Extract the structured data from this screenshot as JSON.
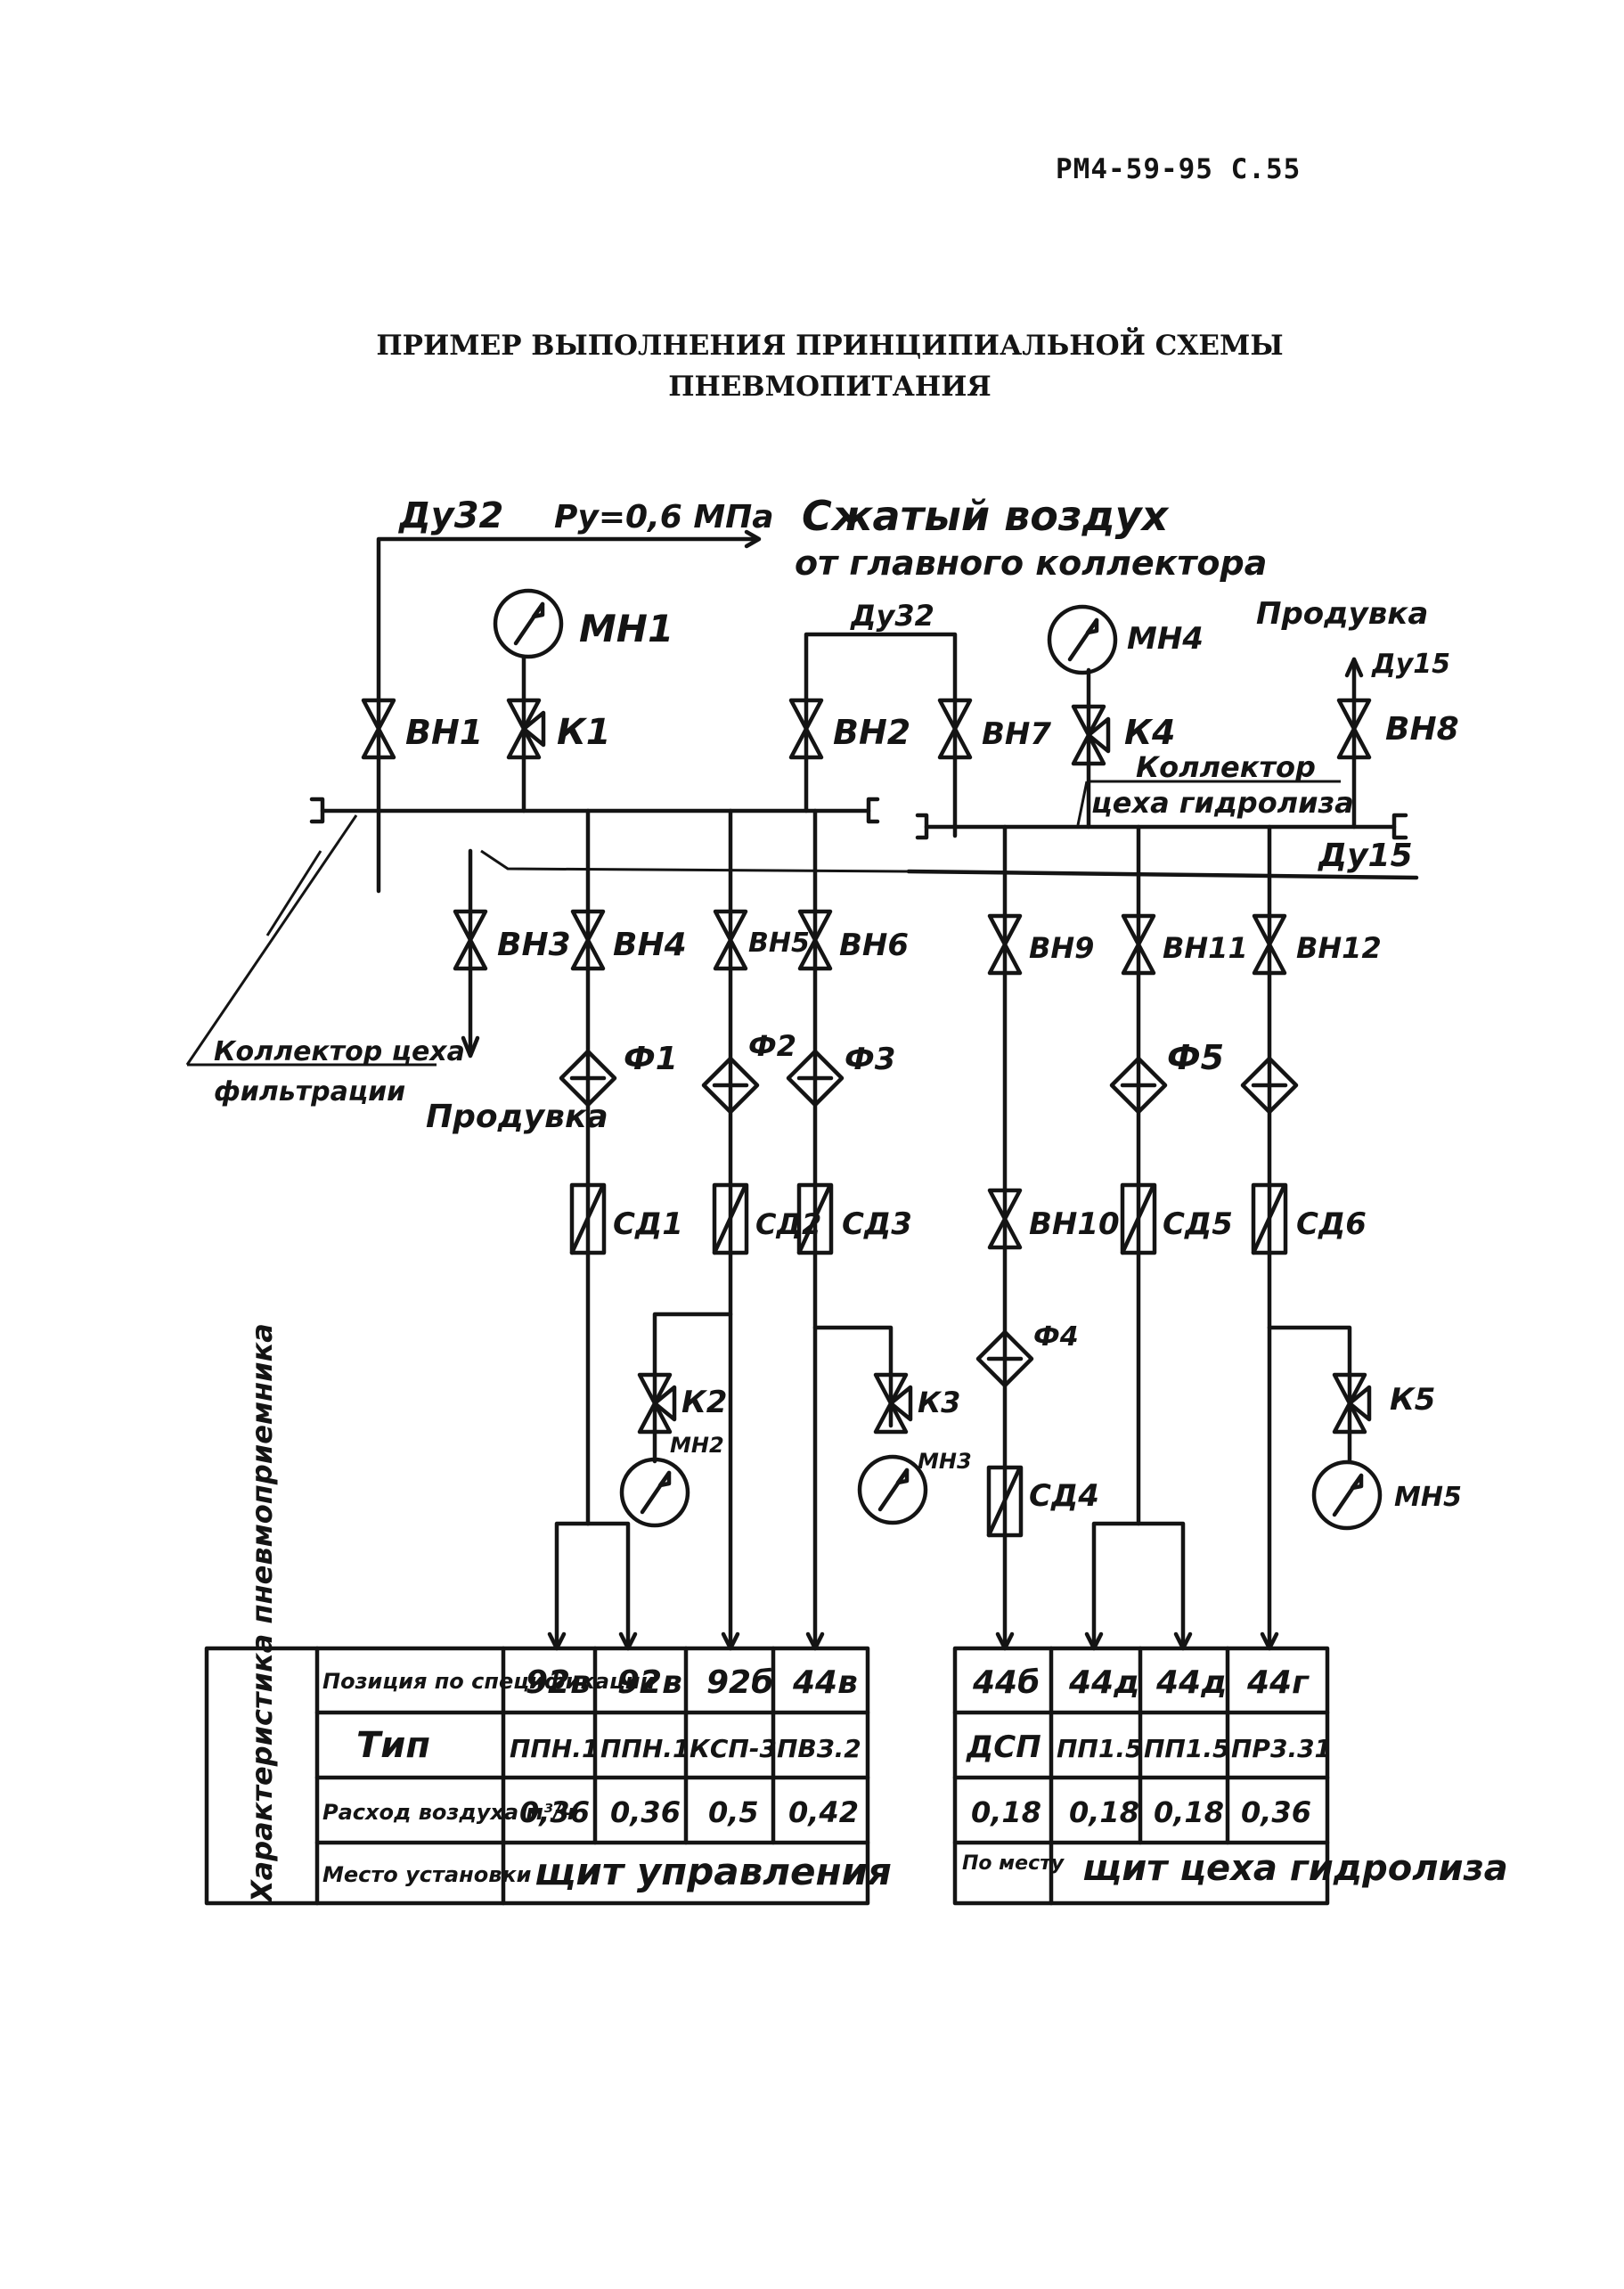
{
  "header": {
    "page_ref": "РМ4-59-95 С.55"
  },
  "title": {
    "line1": "ПРИМЕР ВЫПОЛНЕНИЯ ПРИНЦИПИАЛЬНОЙ СХЕМЫ",
    "line2": "ПНЕВМОПИТАНИЯ"
  },
  "supply": {
    "main_line": "Ду32",
    "pressure": "Ру=0,6 МПа",
    "source_line1": "Сжатый воздух",
    "source_line2": "от главного коллектора",
    "branch_line": "Ду32",
    "purge": "Продувка",
    "purge_line": "Ду15",
    "collector_hydrolysis_line1": "Коллектор",
    "collector_hydrolysis_line2": "цеха гидролиза",
    "collector_line": "Ду15",
    "collector_filtration_line1": "Коллектор цеха",
    "collector_filtration_line2": "фильтрации",
    "purge_left": "Продувка"
  },
  "labels": {
    "vn1": "ВН1",
    "k1": "К1",
    "mn1": "МН1",
    "vn2": "ВН2",
    "vn7": "ВН7",
    "mn4": "МН4",
    "k4": "К4",
    "vn8": "ВН8",
    "vn3": "ВН3",
    "vn4": "ВН4",
    "vn5": "ВН5",
    "vn6": "ВН6",
    "vn9": "ВН9",
    "vn11": "ВН11",
    "vn12": "ВН12",
    "f1": "Ф1",
    "f2": "Ф2",
    "f3": "Ф3",
    "f4": "Ф4",
    "f5": "Ф5",
    "sd1": "СД1",
    "sd2": "СД2",
    "sd3": "СД3",
    "sd4": "СД4",
    "sd5": "СД5",
    "sd6": "СД6",
    "vn10": "ВН10",
    "k2": "К2",
    "k3": "К3",
    "k5": "К5",
    "mn2": "МН2",
    "mn3": "МН3",
    "mn5": "МН5"
  },
  "table_left": {
    "side_header": "Характеристика пневмоприемника",
    "row_headers": [
      "Позиция по спецификации",
      "Тип",
      "Расход воздуха м³/ч",
      "Место установки"
    ],
    "positions": [
      "92в",
      "92в",
      "92б",
      "44в"
    ],
    "types": [
      "ППН.1",
      "ППН.1",
      "КСП-3",
      "ПВЗ.2"
    ],
    "flows": [
      "0,36",
      "0,36",
      "0,5",
      "0,42"
    ],
    "place": "щит управления"
  },
  "table_right": {
    "positions": [
      "44б",
      "44д",
      "44д",
      "44г"
    ],
    "types": [
      "ДСП",
      "ПП1.5",
      "ПП1.5",
      "ПР3.31"
    ],
    "flows": [
      "0,18",
      "0,18",
      "0,18",
      "0,36"
    ],
    "place_first": "По месту",
    "place": "щит цеха гидролиза"
  }
}
